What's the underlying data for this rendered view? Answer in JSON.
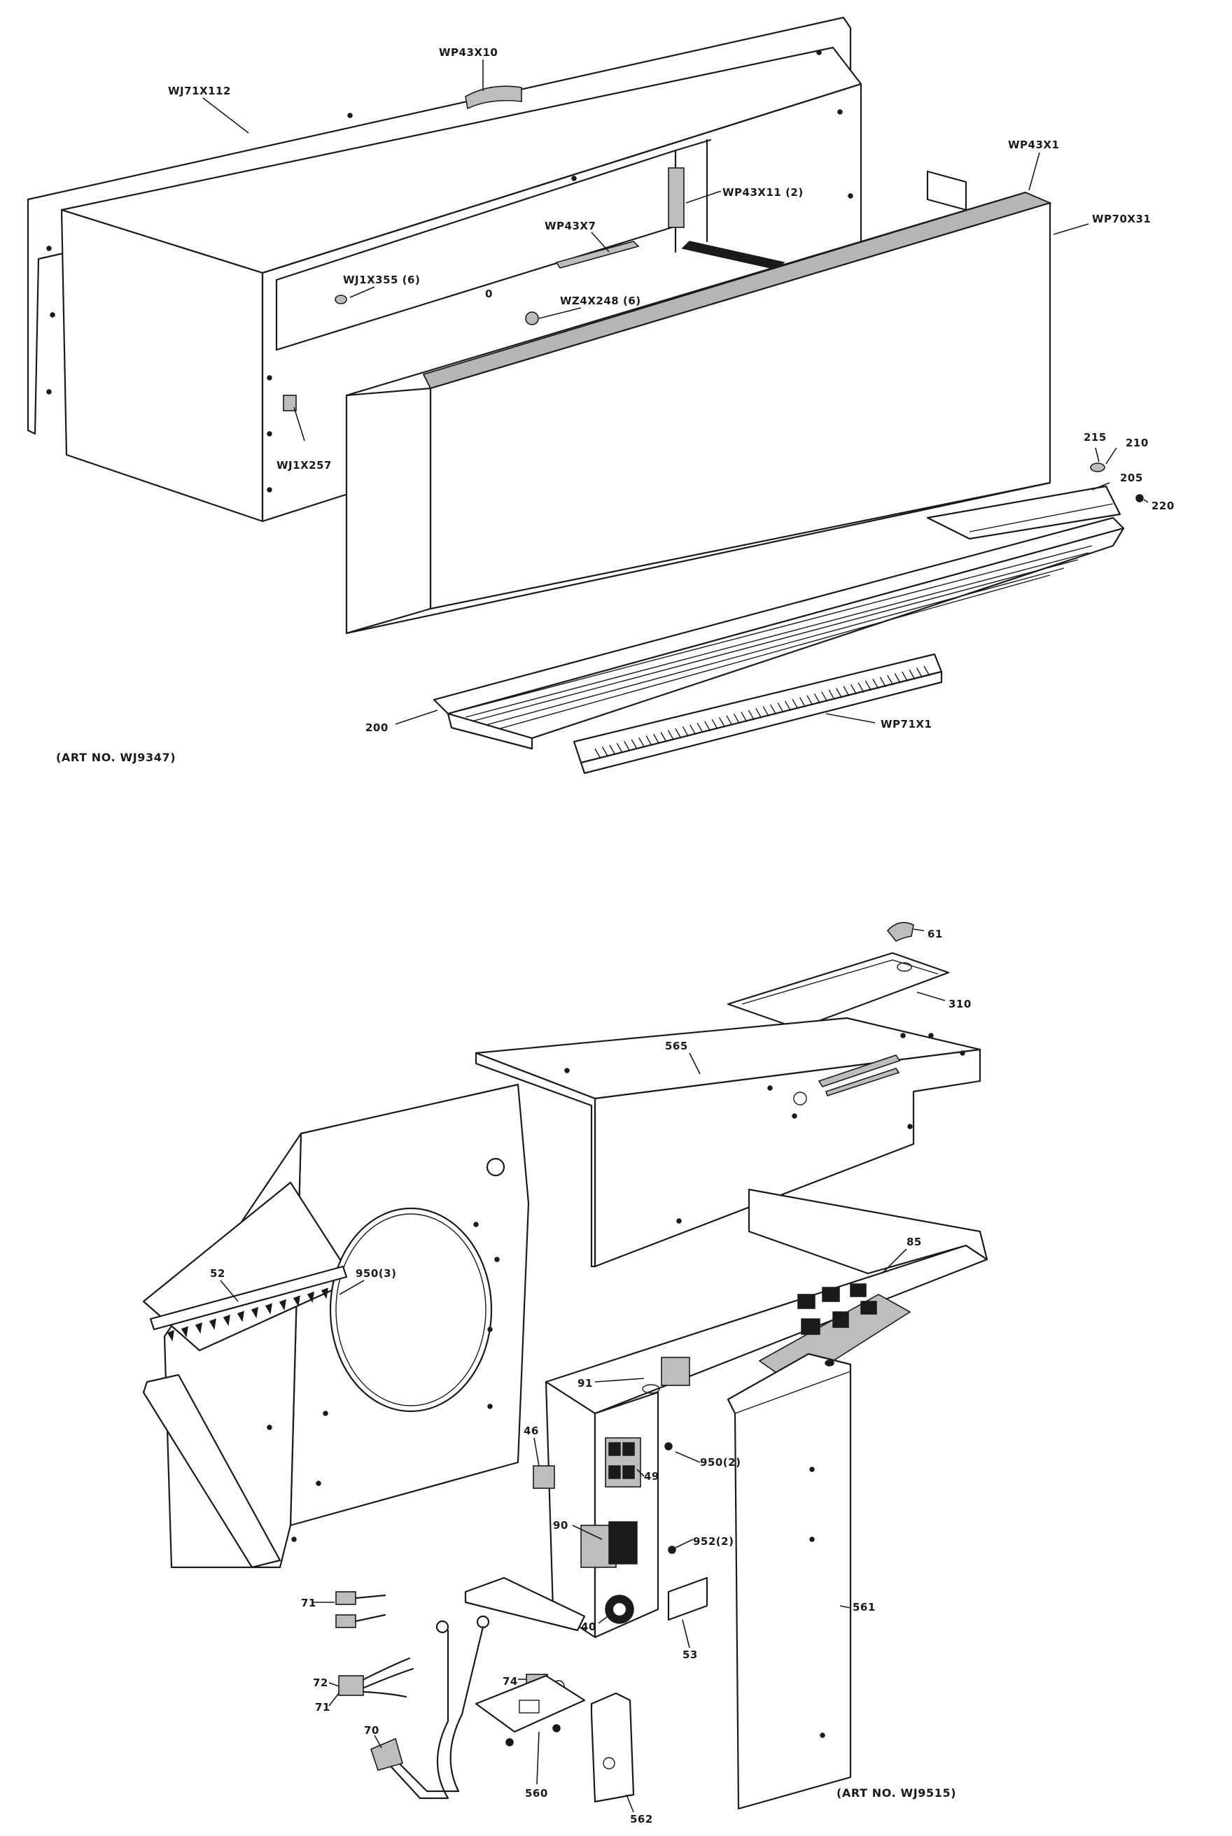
{
  "figure_top": {
    "art_number": "(ART NO. WJ9347)",
    "labels": {
      "wj71x112": "WJ71X112",
      "wp43x10": "WP43X10",
      "wp43x1": "WP43X1",
      "wp43x11": "WP43X11 (2)",
      "wp70x31": "WP70X31",
      "wp43x7": "WP43X7",
      "wj1x355": "WJ1X355 (6)",
      "wz4x248": "WZ4X248 (6)",
      "wj1x257": "WJ1X257",
      "p215": "215",
      "p210": "210",
      "p205": "205",
      "p220": "220",
      "p200": "200",
      "wp71x1": "WP71X1",
      "zero": "0"
    }
  },
  "figure_bottom": {
    "art_number": "(ART NO. WJ9515)",
    "labels": {
      "p61": "61",
      "p310": "310",
      "p565": "565",
      "p52": "52",
      "p950": "950(3)",
      "p85": "85",
      "p91": "91",
      "p46": "46",
      "p950b": "950(2)",
      "p49": "49",
      "p90": "90",
      "p952": "952(2)",
      "p40": "40",
      "p53": "53",
      "p561": "561",
      "p71a": "71",
      "p72": "72",
      "p71b": "71",
      "p74": "74",
      "p70": "70",
      "p560": "560",
      "p562": "562"
    }
  }
}
